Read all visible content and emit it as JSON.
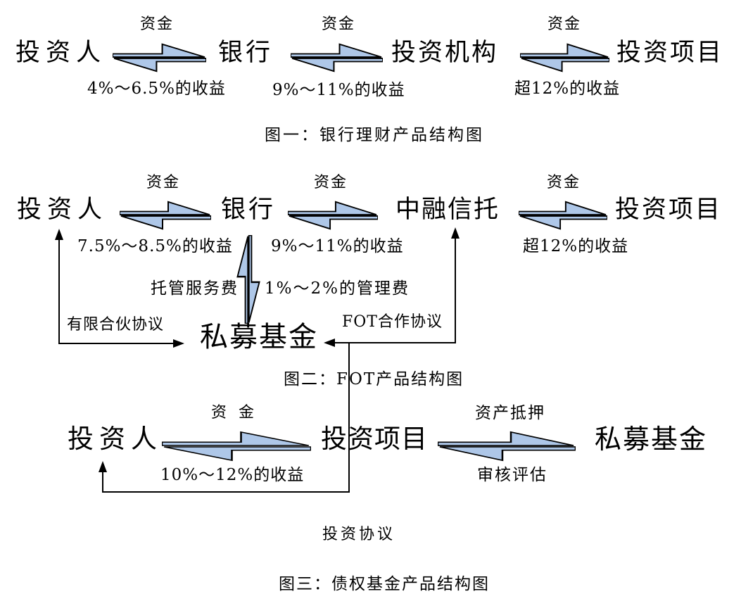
{
  "colors": {
    "arrow_fill": "#aec7e8",
    "line": "#000000"
  },
  "figure1": {
    "caption": "图一：银行理财产品结构图",
    "nodes": [
      "投资人",
      "银行",
      "投资机构",
      "投资项目"
    ],
    "flow_top_labels": [
      "资金",
      "资金",
      "资金"
    ],
    "flow_bottom_labels": [
      "4%～6.5%的收益",
      "9%～11%的收益",
      "超12%的收益"
    ]
  },
  "figure2": {
    "caption": "图二：FOT产品结构图",
    "nodes": [
      "投资人",
      "银行",
      "中融信托",
      "投资项目"
    ],
    "flow_top_labels": [
      "资金",
      "资金",
      "资金"
    ],
    "flow_bottom_labels": [
      "7.5%～8.5%的收益",
      "9%～11%的收益",
      "超12%的收益"
    ],
    "vertical_left_label": "托管服务费",
    "vertical_right_label": "1%～2%的管理费",
    "fund_node": "私募基金",
    "left_path_label": "有限合伙协议",
    "right_path_label": "FOT合作协议"
  },
  "figure3": {
    "caption": "图三：债权基金产品结构图",
    "nodes": [
      "投资人",
      "投资项目",
      "私募基金"
    ],
    "arrow1_top_label": "资 金",
    "arrow1_bottom_label": "10%～12%的收益",
    "arrow2_top_label": "资产抵押",
    "arrow2_bottom_label": "审核评估",
    "path_label": "投资协议"
  }
}
